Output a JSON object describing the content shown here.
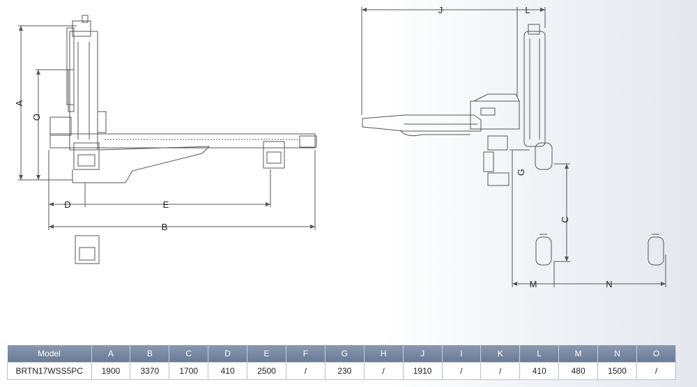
{
  "diagram": {
    "labels": {
      "A": "A",
      "O": "O",
      "D": "D",
      "E": "E",
      "B": "B",
      "J": "J",
      "L": "L",
      "G": "G",
      "C": "C",
      "M": "M",
      "N": "N"
    }
  },
  "table": {
    "headers": [
      "Model",
      "A",
      "B",
      "C",
      "D",
      "E",
      "F",
      "G",
      "H",
      "J",
      "I",
      "K",
      "L",
      "M",
      "N",
      "O"
    ],
    "rows": [
      [
        "BRTN17WSS5PC",
        "1900",
        "3370",
        "1700",
        "410",
        "2500",
        "/",
        "230",
        "/",
        "1910",
        "/",
        "/",
        "410",
        "480",
        "1500",
        "/"
      ]
    ]
  }
}
